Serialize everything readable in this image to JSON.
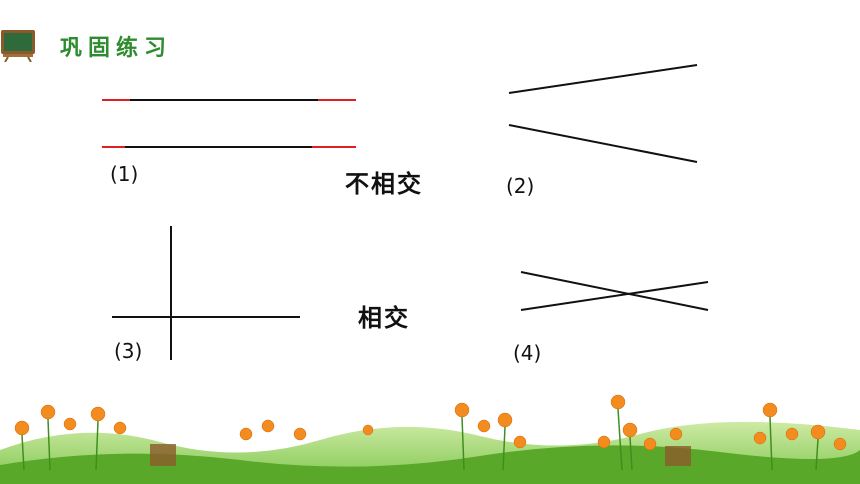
{
  "header": {
    "title": "巩固练习",
    "icon": "chalkboard-icon"
  },
  "figures": [
    {
      "label": "(1)"
    },
    {
      "label": "(2)"
    },
    {
      "label": "(3)"
    },
    {
      "label": "(4)"
    }
  ],
  "answers": {
    "not_intersect": "不相交",
    "intersect": "相交"
  },
  "colors": {
    "accent": "#2e8b2e",
    "highlight": "#e02020"
  }
}
